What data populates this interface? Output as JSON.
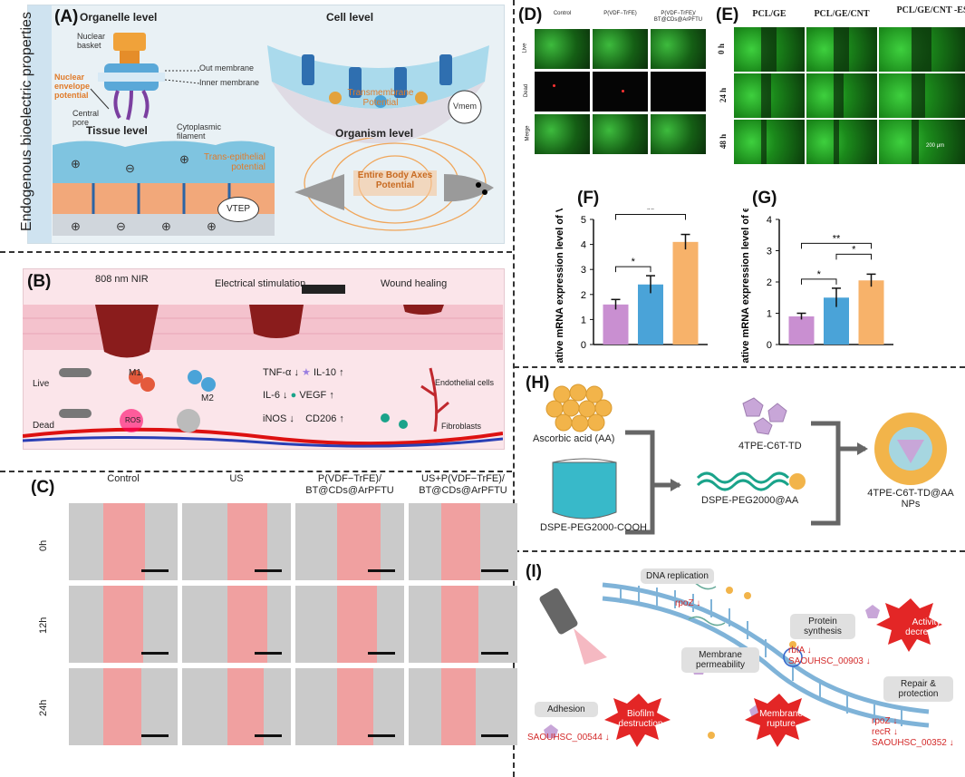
{
  "panels": {
    "A": {
      "label": "(A)",
      "side_title": "Endogenous bioelectric properties",
      "organelle": {
        "title": "Organelle level",
        "nuclear_basket": "Nuclear basket",
        "out_membrane": "Out membrane",
        "inner_membrane": "Inner membrane",
        "envelope": "Nuclear envelope potential",
        "central_pore": "Central pore",
        "cytoplasmic": "Cytoplasmic filament"
      },
      "cell": {
        "title": "Cell level",
        "potential": "Transmembrane Potential",
        "vmem": "Vmem"
      },
      "tissue": {
        "title": "Tissue level",
        "potential": "Trans-epithelial potential",
        "vtep": "VTEP"
      },
      "organism": {
        "title": "Organism level",
        "potential": "Entire Body Axes Potential"
      }
    },
    "B": {
      "label": "(B)",
      "steps": [
        "808 nm NIR",
        "Electrical stimulation",
        "Wound healing"
      ],
      "live": "Live",
      "dead": "Dead",
      "m1": "M1",
      "m2": "M2",
      "ros": "ROS",
      "markers": [
        {
          "left": "TNF-α",
          "left_dir": "↓",
          "right": "IL-10",
          "right_dir": "↑"
        },
        {
          "left": "IL-6",
          "left_dir": "↓",
          "right": "VEGF",
          "right_dir": "↑"
        },
        {
          "left": "iNOS",
          "left_dir": "↓",
          "right": "CD206",
          "right_dir": "↑"
        }
      ],
      "endothelial": "Endothelial cells",
      "fibroblasts": "Fibroblasts"
    },
    "C": {
      "label": "(C)",
      "cols": [
        "Control",
        "US",
        "P(VDF−TrFE)/ BT@CDs@ArPFTU",
        "US+P(VDF−TrFE)/ BT@CDs@ArPFTU"
      ],
      "rows": [
        "0h",
        "12h",
        "24h"
      ]
    },
    "D": {
      "label": "(D)",
      "cols": [
        "Control",
        "P(VDF−TrFE)",
        "P(VDF−TrFE)/ BT@CDs@ArPFTU"
      ],
      "rows": [
        "Live",
        "Dead",
        "Merge"
      ]
    },
    "E": {
      "label": "(E)",
      "cols": [
        "PCL/GE",
        "PCL/GE/CNT",
        "PCL/GE/CNT -ES"
      ],
      "rows": [
        "0 h",
        "24 h",
        "48 h"
      ],
      "scale": "200 μm"
    },
    "F": {
      "label": "(F)"
    },
    "G": {
      "label": "(G)"
    },
    "H": {
      "label": "(H)",
      "aa": "Ascorbic acid (AA)",
      "dspe_cooh": "DSPE-PEG2000-COOH",
      "tpe": "4TPE-C6T-TD",
      "dspe_aa": "DSPE-PEG2000@AA",
      "np": "4TPE-C6T-TD@AA NPs"
    },
    "I": {
      "label": "(I)",
      "dna": "DNA replication",
      "rpoz1": "rpoZ ↓",
      "protein": "Protein synthesis",
      "rbfa": "rbfA ↓",
      "sao903": "SAOUHSC_00903 ↓",
      "activity": "Activity decreased",
      "membrane": "Membrane permeability",
      "repair": "Repair & protection",
      "adhesion": "Adhesion",
      "sao544": "SAOUHSC_00544 ↓",
      "biofilm": "Biofilm destruction",
      "rupture": "Membrane rupture",
      "rpoz2": "rpoZ ↓",
      "recr": "recR ↓",
      "sao352": "SAOUHSC_00352 ↓"
    }
  },
  "colors": {
    "purple": "#c98fd1",
    "blue": "#4aa3d8",
    "orange": "#f7b26a",
    "fluor": "#2e9a2e"
  },
  "chart_data": [
    {
      "type": "bar",
      "panel": "F",
      "ylabel": "Relative mRNA expression level of VEGF",
      "ylim": [
        0,
        5
      ],
      "yticks": [
        "0",
        "1",
        "2",
        "3",
        "4",
        "5"
      ],
      "values": [
        1.6,
        2.4,
        4.1
      ],
      "errors": [
        0.2,
        0.35,
        0.3
      ],
      "colors": [
        "#c98fd1",
        "#4aa3d8",
        "#f7b26a"
      ],
      "sig": [
        {
          "a": 0,
          "b": 1,
          "mark": "*"
        },
        {
          "a": 0,
          "b": 2,
          "mark": "**"
        }
      ]
    },
    {
      "type": "bar",
      "panel": "G",
      "ylabel": "Relative mRNA expression level of eNOS",
      "ylim": [
        0,
        4
      ],
      "yticks": [
        "0",
        "1",
        "2",
        "3",
        "4"
      ],
      "values": [
        0.9,
        1.5,
        2.05
      ],
      "errors": [
        0.1,
        0.3,
        0.2
      ],
      "colors": [
        "#c98fd1",
        "#4aa3d8",
        "#f7b26a"
      ],
      "sig": [
        {
          "a": 0,
          "b": 1,
          "mark": "*"
        },
        {
          "a": 1,
          "b": 2,
          "mark": "*"
        },
        {
          "a": 0,
          "b": 2,
          "mark": "**"
        }
      ]
    }
  ]
}
